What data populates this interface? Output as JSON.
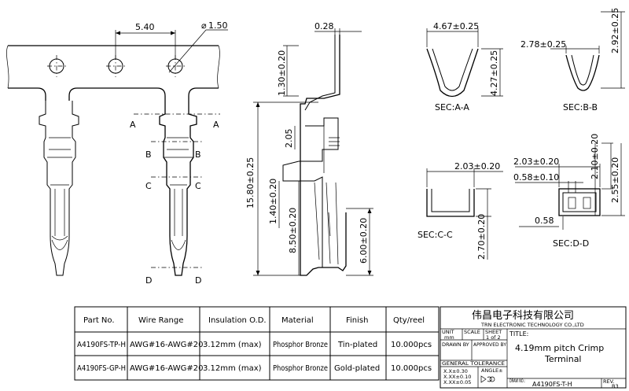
{
  "dimensions": {
    "pitch": "5.40",
    "hole_dia": "1.50",
    "thickness": "0.28",
    "dim_130": "1.30±0.20",
    "dim_205": "2.05",
    "dim_1580": "15.80±0.25",
    "dim_140": "1.40±0.20",
    "dim_850": "8.50±0.20",
    "dim_600": "6.00±0.20",
    "sec_a_width": "4.67±0.25",
    "sec_a_height": "4.27±0.25",
    "sec_b_width": "2.78±0.25",
    "sec_b_height": "2.92±0.25",
    "sec_c_width": "2.03±0.20",
    "sec_c_height": "2.70±0.20",
    "sec_d_width": "2.03±0.20",
    "sec_d_inner": "0.58±0.10",
    "sec_d_h1": "2.10±0.20",
    "sec_d_h2": "2.55±0.20",
    "sec_d_058": "0.58"
  },
  "section_marks": {
    "a": "A",
    "b": "B",
    "c": "C",
    "d": "D"
  },
  "section_labels": {
    "a": "SEC:A-A",
    "b": "SEC:B-B",
    "c": "SEC:C-C",
    "d": "SEC:D-D"
  },
  "table": {
    "headers": [
      "Part No.",
      "Wire Range",
      "Insulation O.D.",
      "Material",
      "Finish",
      "Qty/reel"
    ],
    "rows": [
      {
        "part_no": "A4190FS-TP-H",
        "wire_range": "AWG#16-AWG#20",
        "insulation": "3.12mm (max)",
        "material": "Phosphor Bronze",
        "finish": "Tin-plated",
        "qty": "10.000pcs"
      },
      {
        "part_no": "A4190FS-GP-H",
        "wire_range": "AWG#16-AWG#20",
        "insulation": "3.12mm (max)",
        "material": "Phosphor Bronze",
        "finish": "Gold-plated",
        "qty": "10.000pcs"
      }
    ]
  },
  "title_block": {
    "company_cn": "伟昌电子科技有限公司",
    "company_en": "TRN ELECTRONIC TECHNOLOGY CO.,LTD",
    "unit_label": "UNIT",
    "unit_value": "mm",
    "scale_label": "SCALE",
    "sheet_label": "SHEET",
    "sheet_value": "1 of 2",
    "drawn_by": "DRAWN BY",
    "approved_by": "APPROVED BY",
    "general_tolerance": "GENERAL TOLERANCE",
    "tol_1": "X.X±0.30",
    "tol_2": "X.XX±0.10",
    "tol_3": "X.XX±0.05",
    "angle_label": "ANGLE±",
    "title_label": "TITLE:",
    "title_line1": "4.19mm pitch Crimp",
    "title_line2": "Terminal",
    "draw_no_label": "DRAW NO.:",
    "draw_no_value": "A4190FS-T-H",
    "rev_label": "REV.",
    "rev_value": "B3"
  }
}
